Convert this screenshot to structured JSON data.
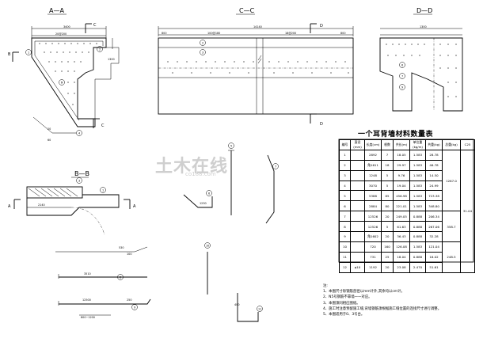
{
  "sections": {
    "aa": "A—A",
    "cc": "C—C",
    "dd": "D—D",
    "bb": "B—B",
    "c_mark": "C",
    "d_mark": "D",
    "a_mark": "A",
    "b_mark": "B"
  },
  "dims": {
    "aa_top1": "3400",
    "aa_top2": "20@200",
    "aa_side": "1300",
    "cc_top_total": "14140",
    "cc_top_left": "800",
    "cc_top_mid": "100@180",
    "cc_top_mid2": "18@200",
    "cc_top_right": "800",
    "dd_top": "1300",
    "bb_len": "2140",
    "rebar_a": "20",
    "rebar_b": "60",
    "rebar_c": "100",
    "rebar_d": "530",
    "rebar_e": "3510",
    "rebar_f": "12500",
    "rebar_g": "250",
    "rebar_h": "1230",
    "rebar_i": "400",
    "rebar_j": "800~1200"
  },
  "markers": [
    "1",
    "2",
    "3",
    "4",
    "5",
    "6",
    "7",
    "8",
    "9",
    "10",
    "11",
    "12"
  ],
  "watermark": {
    "main": "土木在线",
    "sub": "co188.com"
  },
  "table": {
    "title": "一个耳背墙材料数量表",
    "headers": [
      "编号",
      "直径(mm)",
      "长度(cm)",
      "根数",
      "共长(m)",
      "单位重(kg/m)",
      "共重(kg)",
      "总重(kg)",
      "C25"
    ],
    "rows": [
      [
        "1",
        "",
        "2892",
        "7",
        "18.05",
        "1.583",
        "28.78"
      ],
      [
        "2",
        "",
        "角1611",
        "18",
        "29.97",
        "1.583",
        "46.78"
      ],
      [
        "3",
        "",
        "1248",
        "5",
        "9.76",
        "1.583",
        "14.50"
      ],
      [
        "4",
        "",
        "3070",
        "5",
        "19.04",
        "1.583",
        "24.99"
      ],
      [
        "5",
        "",
        "5388",
        "85",
        "456.98",
        "1.583",
        "723.38"
      ],
      [
        "6",
        "",
        "2884",
        "80",
        "221.01",
        "1.583",
        "348.80"
      ],
      [
        "7",
        "",
        "12526",
        "20",
        "249.05",
        "0.888",
        "206.34"
      ],
      [
        "8",
        "",
        "12526",
        "5",
        "61.63",
        "0.888",
        "267.06"
      ],
      [
        "9",
        "",
        "角1602",
        "20",
        "36.43",
        "0.888",
        "32.28"
      ],
      [
        "10",
        "",
        "720",
        "160",
        "126.08",
        "1.583",
        "121.04"
      ],
      [
        "11",
        "",
        "731",
        "25",
        "18.04",
        "0.888",
        "16.02"
      ],
      [
        "12",
        "",
        "1192",
        "20",
        "23.08",
        "2.470",
        "51.61"
      ]
    ],
    "total_1": "1267.0",
    "total_2": "358.7",
    "total_3": "248.5",
    "c25": "31.04",
    "diameter_last": "φ10"
  },
  "notes": {
    "head": "注:",
    "items": [
      "1、本图尺寸除钢筋直径以mm计外,其余均以cm计。",
      "2、N5号钢筋不靠墙一一对应。",
      "3、本图须同相应图纸。",
      "4、施工时注意预留施工缝,背墙钢筋须根据施工缝位置的连接尺寸进行调整。",
      "5、本图适用于0、3号台。"
    ]
  }
}
